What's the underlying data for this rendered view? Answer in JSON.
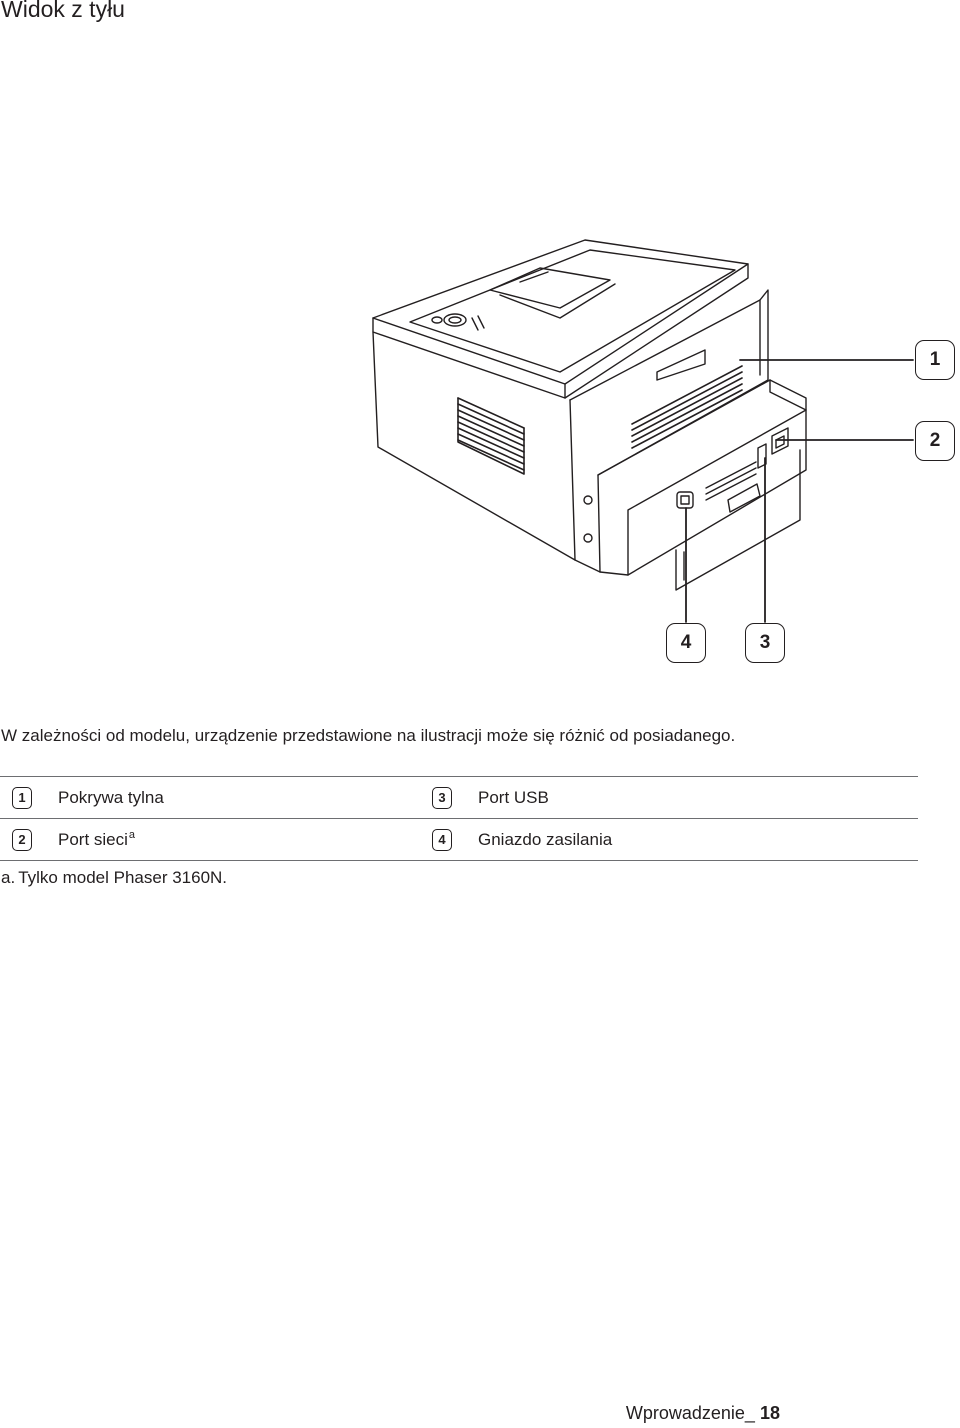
{
  "section_title": "Widok z tyłu",
  "callouts": [
    "1",
    "2",
    "3",
    "4"
  ],
  "note": "W zależności od modelu, urządzenie przedstawione na ilustracji może się różnić od posiadanego.",
  "legend": [
    {
      "num": "1",
      "label": "Pokrywa tylna",
      "sup": ""
    },
    {
      "num": "3",
      "label": "Port USB",
      "sup": ""
    },
    {
      "num": "2",
      "label": "Port sieci",
      "sup": "a"
    },
    {
      "num": "4",
      "label": "Gniazdo zasilania",
      "sup": ""
    }
  ],
  "footnote": {
    "mark": "a.",
    "text": "Tylko model Phaser 3160N."
  },
  "footer": {
    "text": "Wprowadzenie_",
    "page": "18"
  }
}
